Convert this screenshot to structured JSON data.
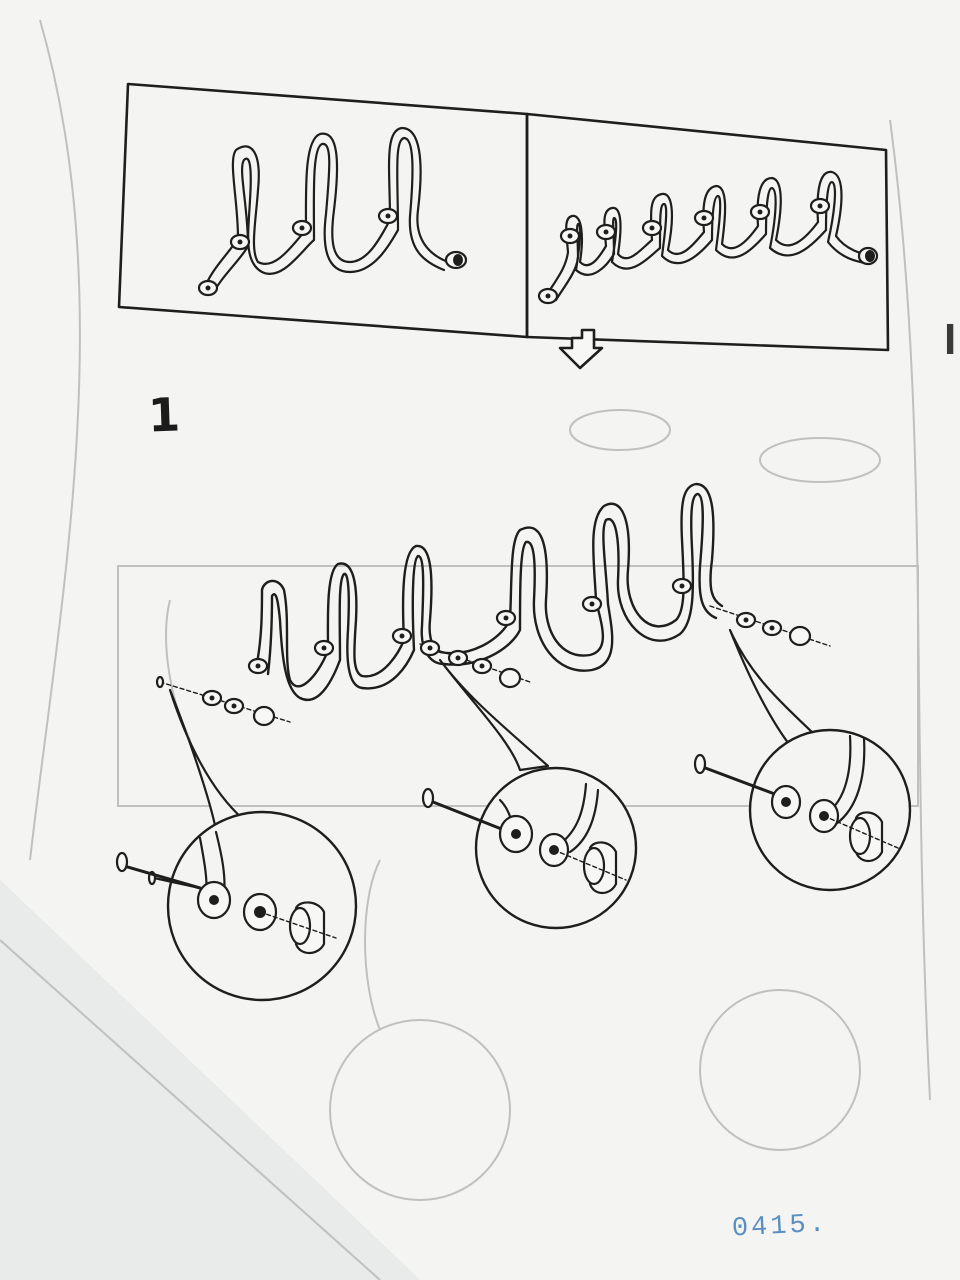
{
  "instructions": {
    "step_number": "1",
    "document_code": "0415.",
    "edge_glyph": "I"
  },
  "illustration": {
    "options_top": [
      "three-hook-rack",
      "five-hook-rack"
    ],
    "assembly": "eight-hook-rack",
    "magnified_details": 3
  },
  "colors": {
    "paper": "#f7f7f5",
    "ink": "#1e1e1e",
    "stamp_ink": "#5b8fc2"
  }
}
